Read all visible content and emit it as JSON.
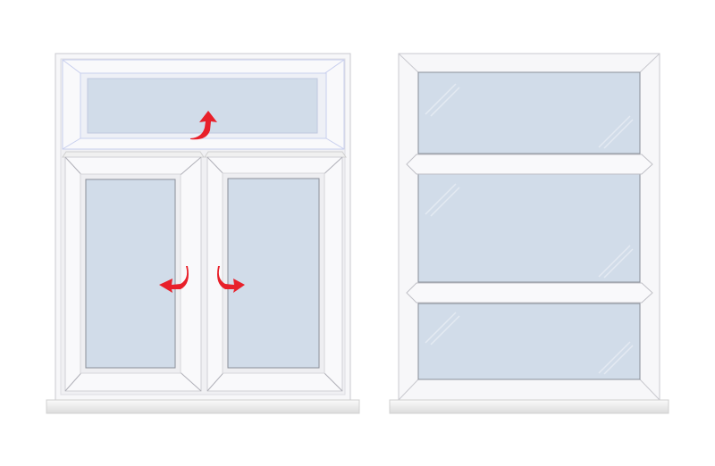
{
  "colors": {
    "background": "#ffffff",
    "frame": "#f7f7f9",
    "frame_edge": "#c9c9cf",
    "glass": "#d1dce9",
    "glass_edge": "#8a8f99",
    "bead": "#c8cfee",
    "arrow": "#e8202a"
  },
  "windows": [
    {
      "style": "casement",
      "opening_sashes": [
        "top-hung",
        "side-hung-left",
        "side-hung-right"
      ]
    },
    {
      "style": "fixed",
      "panes": 3
    }
  ]
}
